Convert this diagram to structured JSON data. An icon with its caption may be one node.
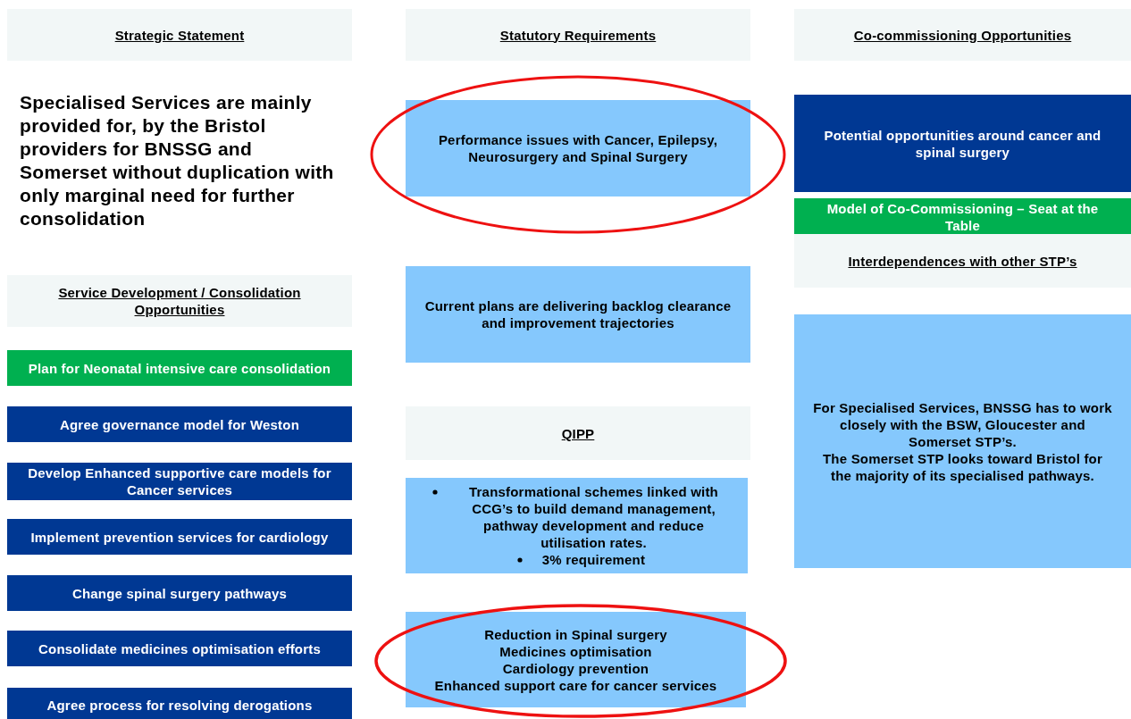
{
  "diagram": {
    "nodes": [
      {
        "text": [
          "Strategic Statement"
        ]
      },
      {
        "text": [
          "Service Development / Consolidation Opportunities"
        ]
      },
      {
        "text": [
          "Plan for Neonatal intensive care consolidation"
        ]
      },
      {
        "text": [
          "Agree governance model for Weston"
        ]
      },
      {
        "text": [
          "Develop Enhanced supportive care models for Cancer services"
        ]
      },
      {
        "text": [
          "Implement prevention services for cardiology"
        ]
      },
      {
        "text": [
          "Change spinal surgery pathways"
        ]
      },
      {
        "text": [
          "Consolidate medicines optimisation efforts"
        ]
      },
      {
        "text": [
          "Agree process for resolving derogations"
        ]
      },
      {
        "text": [
          "Statutory Requirements"
        ]
      },
      {
        "text": [
          "Performance issues with Cancer, Epilepsy, Neurosurgery and Spinal Surgery"
        ]
      },
      {
        "text": [
          "Current plans are delivering backlog clearance and improvement trajectories"
        ]
      },
      {
        "text": [
          "QIPP"
        ]
      },
      {
        "text": [
          "Transformational schemes linked with CCG’s to build demand management, pathway development and reduce utilisation rates.",
          "3% requirement"
        ]
      },
      {
        "text": [
          "Reduction in Spinal surgery",
          "Medicines optimisation",
          "Cardiology prevention",
          "Enhanced support care for cancer services"
        ]
      },
      {
        "text": [
          "Co-commissioning Opportunities"
        ]
      },
      {
        "text": [
          "Potential opportunities around cancer and spinal surgery"
        ]
      },
      {
        "text": [
          "Model of Co-Commissioning – Seat at the Table"
        ]
      },
      {
        "text": [
          "Interdependences with other STP’s"
        ]
      },
      {
        "text": [
          "For Specialised Services, BNSSG has to work closely with the BSW, Gloucester and Somerset STP’s.",
          "The Somerset STP looks toward Bristol for the majority of its specialised pathways."
        ]
      }
    ],
    "labels": [
      "Specialised Services are mainly provided for, by the Bristol providers for BNSSG and Somerset without duplication with only marginal need for further consolidation"
    ]
  }
}
